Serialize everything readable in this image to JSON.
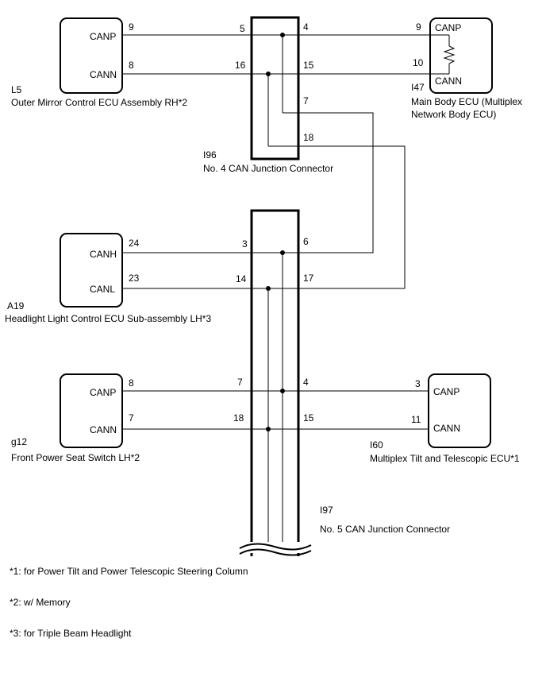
{
  "components": {
    "l5": {
      "code": "L5",
      "name": "Outer Mirror Control ECU Assembly RH*2",
      "pin_a": "CANP",
      "pin_b": "CANN",
      "term_a": "9",
      "term_b": "8"
    },
    "i47": {
      "code": "I47",
      "name_line1": "Main Body ECU (Multiplex",
      "name_line2": "Network Body ECU)",
      "pin_a": "CANP",
      "pin_b": "CANN",
      "term_a": "9",
      "term_b": "10"
    },
    "a19": {
      "code": "A19",
      "name": "Headlight Light Control ECU Sub-assembly LH*3",
      "pin_a": "CANH",
      "pin_b": "CANL",
      "term_a": "24",
      "term_b": "23"
    },
    "g12": {
      "code": "g12",
      "name": "Front Power Seat Switch LH*2",
      "pin_a": "CANP",
      "pin_b": "CANN",
      "term_a": "8",
      "term_b": "7"
    },
    "i60": {
      "code": "I60",
      "name": "Multiplex Tilt and Telescopic ECU*1",
      "pin_a": "CANP",
      "pin_b": "CANN",
      "term_a": "3",
      "term_b": "11"
    }
  },
  "junctions": {
    "i96": {
      "code": "I96",
      "name": "No. 4 CAN Junction Connector",
      "pins": {
        "left_top": "5",
        "left_bottom": "16",
        "right_top": "4",
        "right_bottom": "15",
        "right_7": "7",
        "right_18": "18"
      }
    },
    "i97": {
      "code": "I97",
      "name": "No. 5 CAN Junction Connector",
      "pins": {
        "left_3": "3",
        "left_14": "14",
        "right_6": "6",
        "right_17": "17",
        "left_7": "7",
        "left_18": "18",
        "right_4": "4",
        "right_15": "15"
      }
    }
  },
  "notes": [
    "*1: for Power Tilt and Power Telescopic Steering Column",
    "*2: w/ Memory",
    "*3: for Triple Beam Headlight"
  ]
}
